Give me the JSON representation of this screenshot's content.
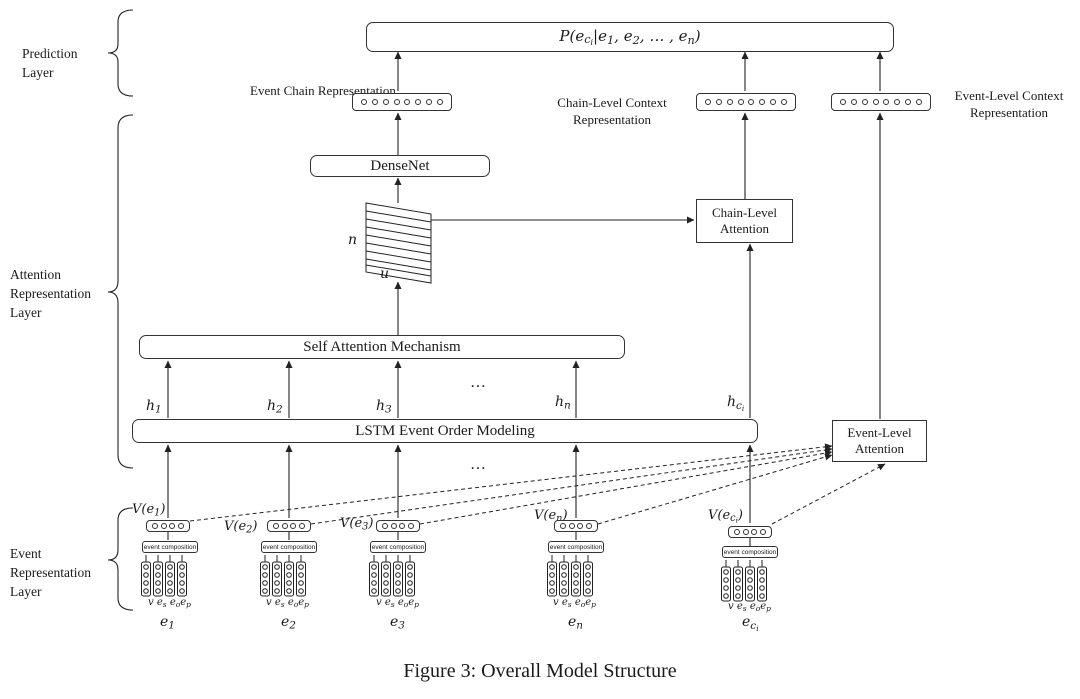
{
  "layers": {
    "prediction": "Prediction Layer",
    "attention": "Attention Representation Layer",
    "event": "Event Representation Layer"
  },
  "prediction_formula": "P(e_{c_i}|e_1, e_2, … , e_n)",
  "representations": {
    "event_chain": "Event Chain Representation",
    "chain_level_context": "Chain-Level Context Representation",
    "event_level_context": "Event-Level Context Representation"
  },
  "modules": {
    "densenet": "DenseNet",
    "chain_level_attention": "Chain-Level Attention",
    "event_level_attention": "Event-Level Attention",
    "self_attention": "Self Attention Mechanism",
    "lstm": "LSTM Event Order Modeling",
    "event_composition": "event composition"
  },
  "matrix": {
    "rows_label": "n",
    "cols_label": "u"
  },
  "hidden_states": [
    "h1",
    "h2",
    "h3",
    "hn",
    "hci"
  ],
  "ellipsis": "…",
  "events": [
    {
      "name": "e1",
      "vector": "V(e1)"
    },
    {
      "name": "e2",
      "vector": "V(e2)"
    },
    {
      "name": "e3",
      "vector": "V(e3)"
    },
    {
      "name": "en",
      "vector": "V(en)"
    },
    {
      "name": "eci",
      "vector": "V(eci)"
    }
  ],
  "component_letters": "v es eo ep",
  "caption": "Figure 3: Overall Model Structure"
}
